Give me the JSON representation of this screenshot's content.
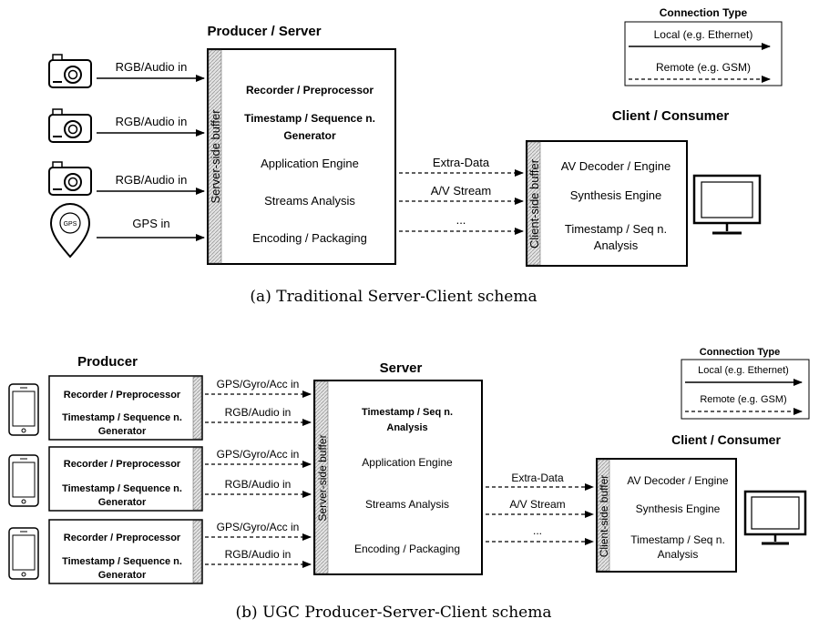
{
  "part_a": {
    "caption": "(a) Traditional Server-Client schema",
    "server_title": "Producer /  Server",
    "server_buffer": "Server-side buffer",
    "server_lines": [
      "Recorder / Preprocessor",
      "Timestamp / Sequence n.",
      "Generator",
      "Application Engine",
      "Streams Analysis",
      "Encoding / Packaging"
    ],
    "input_labels": [
      "RGB/Audio in",
      "RGB/Audio in",
      "RGB/Audio in",
      "GPS in"
    ],
    "gps_pin_text": "GPS",
    "link_labels": [
      "Extra-Data",
      "A/V Stream",
      "..."
    ],
    "client_title": "Client / Consumer",
    "client_buffer": "Client-side buffer",
    "client_lines": [
      "AV Decoder / Engine",
      "Synthesis Engine",
      "Timestamp / Seq n.",
      "Analysis"
    ],
    "legend": {
      "title": "Connection Type",
      "local": "Local (e.g. Ethernet)",
      "remote": "Remote (e.g. GSM)"
    }
  },
  "part_b": {
    "caption": "(b) UGC Producer-Server-Client schema",
    "producer_title": "Producer",
    "producer_lines": [
      "Recorder / Preprocessor",
      "Timestamp / Sequence n.",
      "Generator"
    ],
    "producer_outputs": [
      "GPS/Gyro/Acc in",
      "RGB/Audio in"
    ],
    "server_title": "Server",
    "server_buffer": "Server-side buffer",
    "server_lines": [
      "Timestamp / Seq n.",
      "Analysis",
      "Application Engine",
      "Streams Analysis",
      "Encoding / Packaging"
    ],
    "link_labels": [
      "Extra-Data",
      "A/V Stream",
      "..."
    ],
    "client_title": "Client / Consumer",
    "client_buffer": "Client-side buffer",
    "client_lines": [
      "AV Decoder / Engine",
      "Synthesis Engine",
      "Timestamp / Seq n.",
      "Analysis"
    ],
    "legend": {
      "title": "Connection Type",
      "local": "Local (e.g. Ethernet)",
      "remote": "Remote (e.g. GSM)"
    }
  }
}
